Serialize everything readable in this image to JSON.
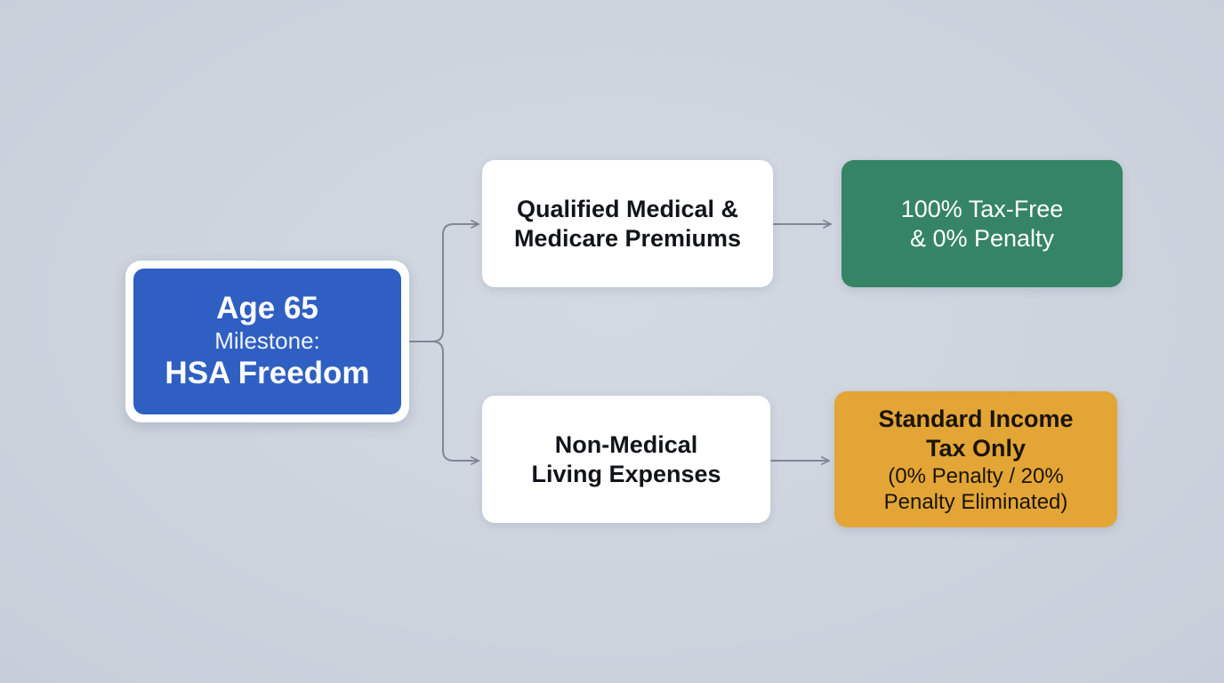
{
  "root": {
    "line1": "Age 65",
    "line2": "Milestone:",
    "line3": "HSA Freedom",
    "color": "#2f5fc2"
  },
  "branches": [
    {
      "condition": {
        "line1": "Qualified Medical &",
        "line2": "Medicare Premiums"
      },
      "outcome": {
        "line1": "100% Tax-Free",
        "line2": "& 0% Penalty",
        "color": "#358465"
      }
    },
    {
      "condition": {
        "line1": "Non-Medical",
        "line2": "Living Expenses"
      },
      "outcome": {
        "title_line1": "Standard Income",
        "title_line2": "Tax Only",
        "sub_line1": "(0% Penalty / 20%",
        "sub_line2": "Penalty Eliminated)",
        "color": "#e3a536"
      }
    }
  ],
  "connector_color": "#7d8796"
}
